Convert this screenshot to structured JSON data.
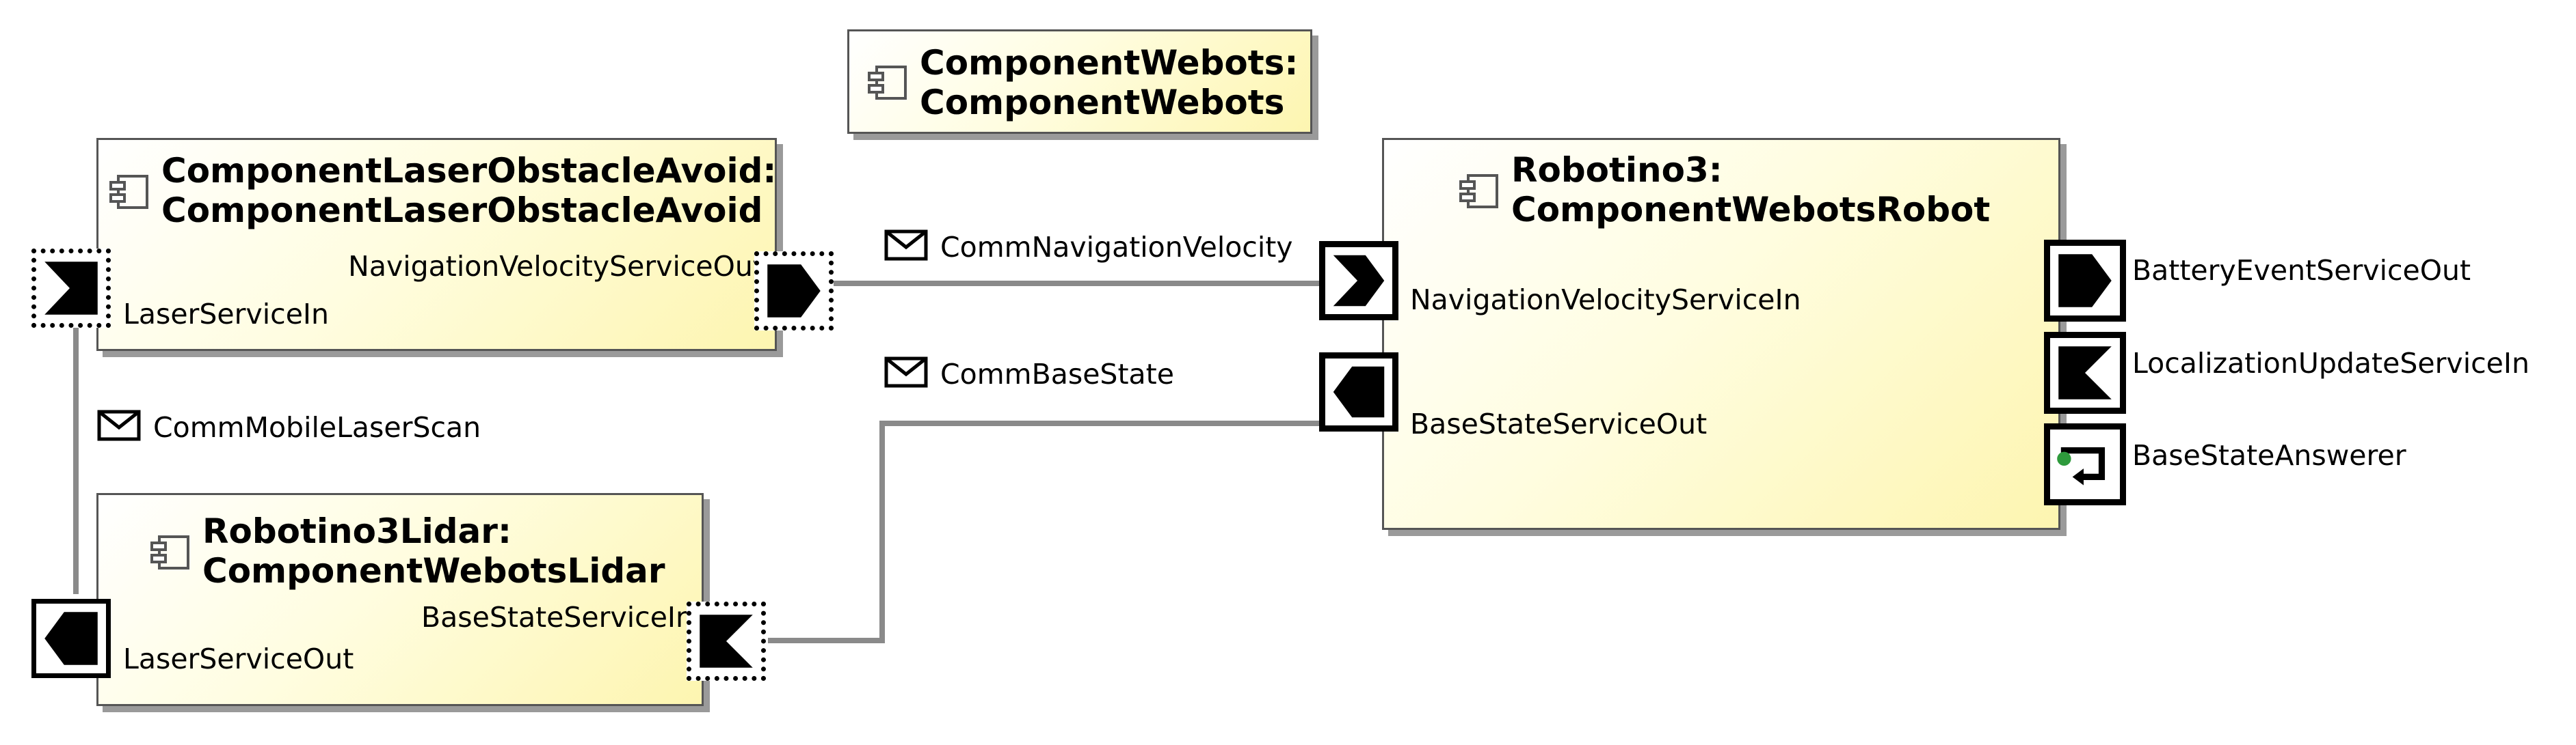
{
  "components": {
    "webots": {
      "title_line1": "ComponentWebots:",
      "title_line2": "ComponentWebots"
    },
    "laser_obstacle_avoid": {
      "title_line1": "ComponentLaserObstacleAvoid:",
      "title_line2": "ComponentLaserObstacleAvoid",
      "port_nav_out": "NavigationVelocityServiceOut",
      "port_laser_in": "LaserServiceIn"
    },
    "robotino3_lidar": {
      "title_line1": "Robotino3Lidar:",
      "title_line2": "ComponentWebotsLidar",
      "port_base_in": "BaseStateServiceIn",
      "port_laser_out": "LaserServiceOut"
    },
    "robotino3": {
      "title_line1": "Robotino3:",
      "title_line2": "ComponentWebotsRobot",
      "port_nav_in": "NavigationVelocityServiceIn",
      "port_base_out": "BaseStateServiceOut",
      "port_battery_out": "BatteryEventServiceOut",
      "port_localization_in": "LocalizationUpdateServiceIn",
      "port_answerer": "BaseStateAnswerer"
    }
  },
  "connections": {
    "nav_velocity": "CommNavigationVelocity",
    "base_state": "CommBaseState",
    "mobile_laser_scan": "CommMobileLaserScan"
  },
  "icons": {
    "component": "component-icon",
    "message": "envelope-icon",
    "port_out": "output-port-icon",
    "port_in": "input-port-icon",
    "answerer": "answerer-port-icon"
  },
  "colors": {
    "box_fill": "#fdf5b0",
    "wire": "#8a8a8a",
    "shadow": "#9a9a9a"
  }
}
